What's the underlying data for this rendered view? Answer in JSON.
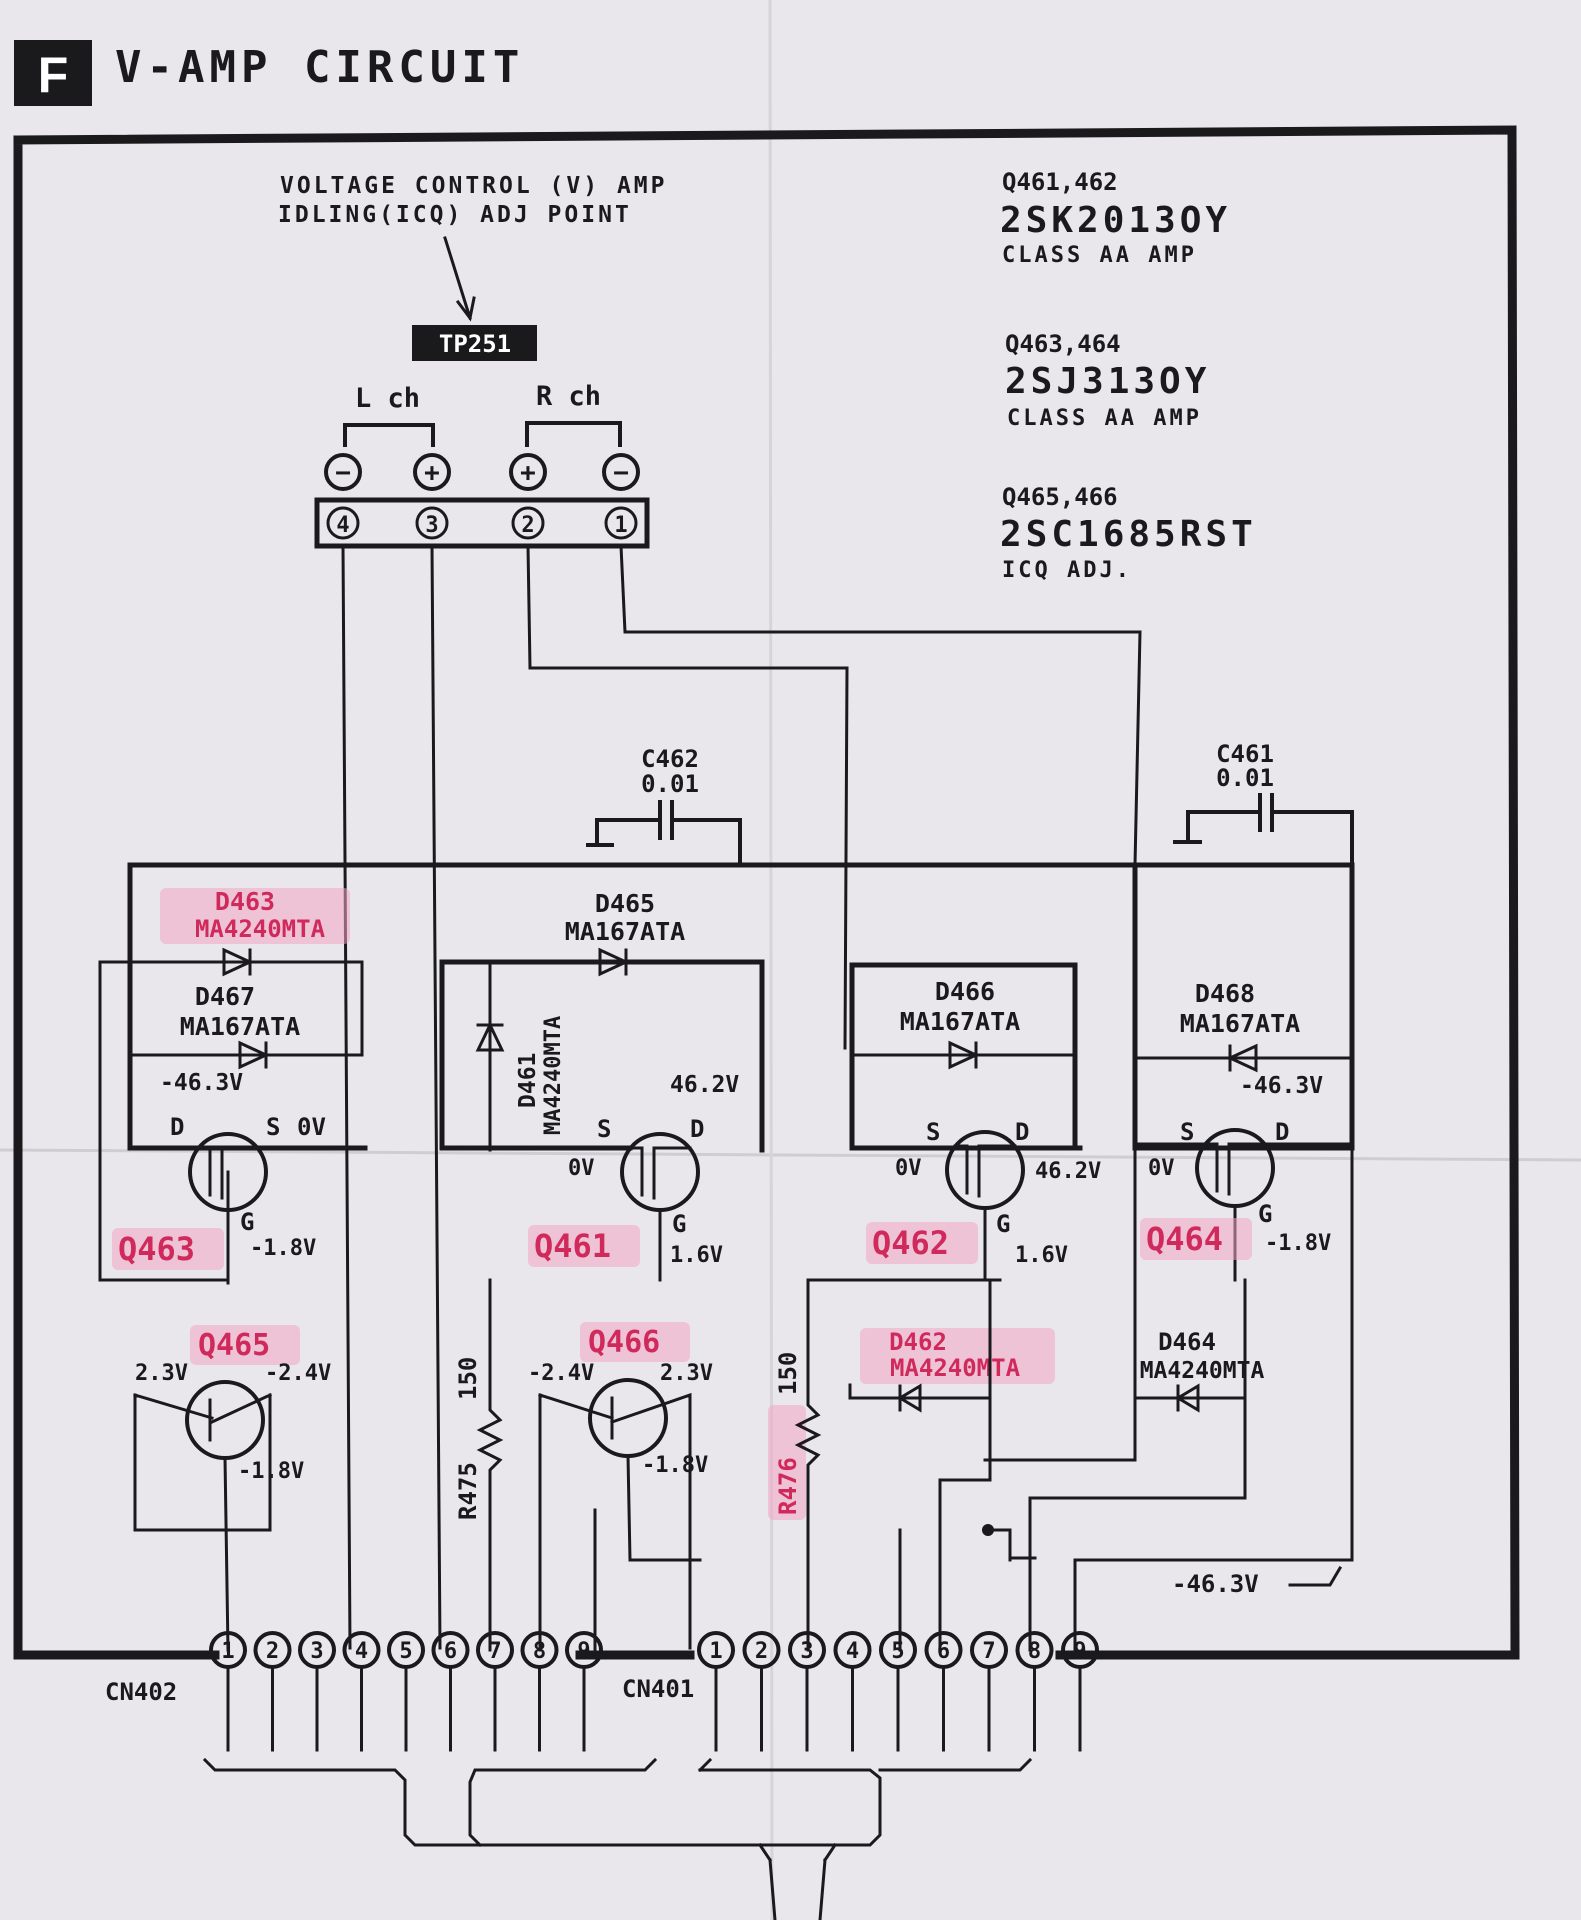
{
  "header": {
    "badge": "F",
    "title": "V-AMP CIRCUIT"
  },
  "adjust_note": {
    "line1": "VOLTAGE CONTROL (V) AMP",
    "line2": "IDLING(ICQ) ADJ POINT",
    "test_point": "TP251"
  },
  "channels": {
    "left": "L ch",
    "right": "R ch"
  },
  "terminals": [
    {
      "num": "4",
      "pol": "−"
    },
    {
      "num": "3",
      "pol": "+"
    },
    {
      "num": "2",
      "pol": "+"
    },
    {
      "num": "1",
      "pol": "−"
    }
  ],
  "parts_list": [
    {
      "refs": "Q461,462",
      "part": "2SK2013OY",
      "desc": "CLASS AA AMP"
    },
    {
      "refs": "Q463,464",
      "part": "2SJ313OY",
      "desc": "CLASS AA AMP"
    },
    {
      "refs": "Q465,466",
      "part": "2SC1685RST",
      "desc": "ICQ ADJ."
    }
  ],
  "capacitors": [
    {
      "ref": "C462",
      "value": "0.01"
    },
    {
      "ref": "C461",
      "value": "0.01"
    }
  ],
  "diodes": {
    "d463": {
      "ref": "D463",
      "part": "MA4240MTA"
    },
    "d467": {
      "ref": "D467",
      "part": "MA167ATA"
    },
    "d465": {
      "ref": "D465",
      "part": "MA167ATA"
    },
    "d461": {
      "ref": "D461",
      "part": "MA4240MTA"
    },
    "d466": {
      "ref": "D466",
      "part": "MA167ATA"
    },
    "d468": {
      "ref": "D468",
      "part": "MA167ATA"
    },
    "d462": {
      "ref": "D462",
      "part": "MA4240MTA"
    },
    "d464": {
      "ref": "D464",
      "part": "MA4240MTA"
    }
  },
  "transistors": {
    "q463": {
      "ref": "Q463",
      "d_label": "D",
      "d_v": "-46.3V",
      "s_label": "S",
      "s_v": "0V",
      "g_label": "G",
      "g_v": "-1.8V"
    },
    "q461": {
      "ref": "Q461",
      "s_label": "S",
      "s_v": "0V",
      "d_label": "D",
      "d_v": "46.2V",
      "g_label": "G",
      "g_v": "1.6V"
    },
    "q462": {
      "ref": "Q462",
      "s_label": "S",
      "s_v": "0V",
      "d_label": "D",
      "d_v": "46.2V",
      "g_label": "G",
      "g_v": "1.6V"
    },
    "q464": {
      "ref": "Q464",
      "s_label": "S",
      "s_v": "0V",
      "d_label": "D",
      "d_v": "-46.3V",
      "g_label": "G",
      "g_v": "-1.8V"
    },
    "q465": {
      "ref": "Q465",
      "left_v": "2.3V",
      "right_v": "-2.4V",
      "bottom_v": "-1.8V"
    },
    "q466": {
      "ref": "Q466",
      "left_v": "-2.4V",
      "right_v": "2.3V",
      "bottom_v": "-1.8V"
    }
  },
  "resistors": [
    {
      "ref": "R475",
      "value": "150"
    },
    {
      "ref": "R476",
      "value": "150"
    }
  ],
  "rail_label": "-46.3V",
  "connectors": {
    "cn402": {
      "name": "CN402",
      "pins": [
        "1",
        "2",
        "3",
        "4",
        "5",
        "6",
        "7",
        "8",
        "9"
      ]
    },
    "cn401": {
      "name": "CN401",
      "pins": [
        "1",
        "2",
        "3",
        "4",
        "5",
        "6",
        "7",
        "8",
        "9"
      ]
    }
  },
  "colors": {
    "paper": "#e9e7ec",
    "ink": "#1a1a1c",
    "highlight": "#d02a5c"
  }
}
